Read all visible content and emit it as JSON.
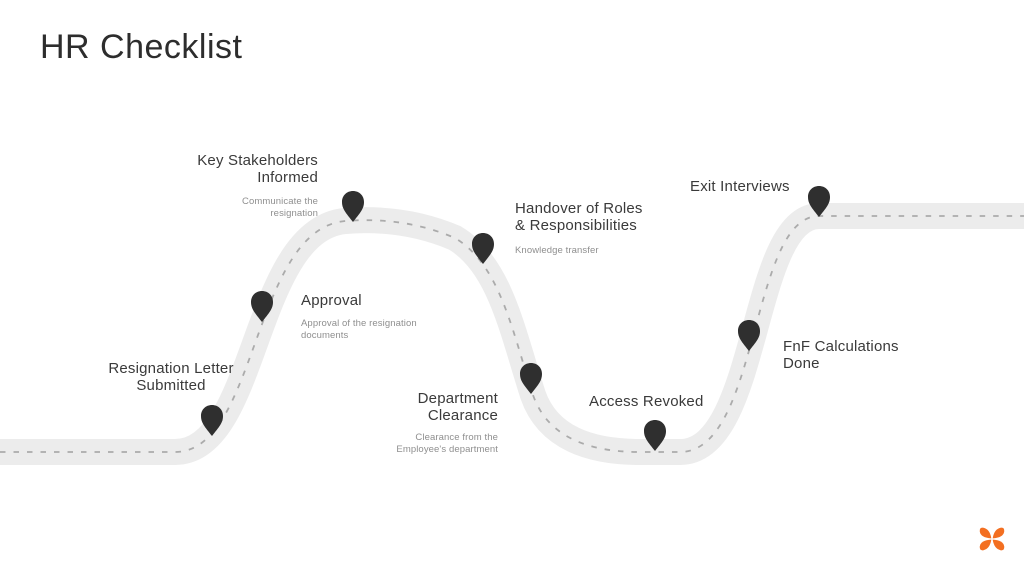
{
  "slide": {
    "title": "HR Checklist"
  },
  "milestones": [
    {
      "label": "Resignation Letter\nSubmitted",
      "sublabel": ""
    },
    {
      "label": "Approval",
      "sublabel": "Approval of the resignation\ndocuments"
    },
    {
      "label": "Key Stakeholders\nInformed",
      "sublabel": "Communicate the\nresignation"
    },
    {
      "label": "Handover of Roles\n& Responsibilities",
      "sublabel": "Knowledge transfer"
    },
    {
      "label": "Department\nClearance",
      "sublabel": "Clearance from the\nEmployee's department"
    },
    {
      "label": "Access Revoked",
      "sublabel": ""
    },
    {
      "label": "FnF Calculations\nDone",
      "sublabel": ""
    },
    {
      "label": "Exit Interviews",
      "sublabel": ""
    }
  ],
  "icons": {
    "milestone_marker": "map-pin-icon",
    "brand_logo": "butterfly-logo-icon"
  },
  "colors": {
    "background": "#FFFFFF",
    "title_text": "#2D2D2D",
    "heading_text": "#3A3A3A",
    "subtext_gray": "#8F8F8F",
    "road_gray": "#ECECEC",
    "road_dash_gray": "#ABABAB",
    "pin_charcoal": "#2F2F2F",
    "accent_orange": "#F36F21"
  }
}
